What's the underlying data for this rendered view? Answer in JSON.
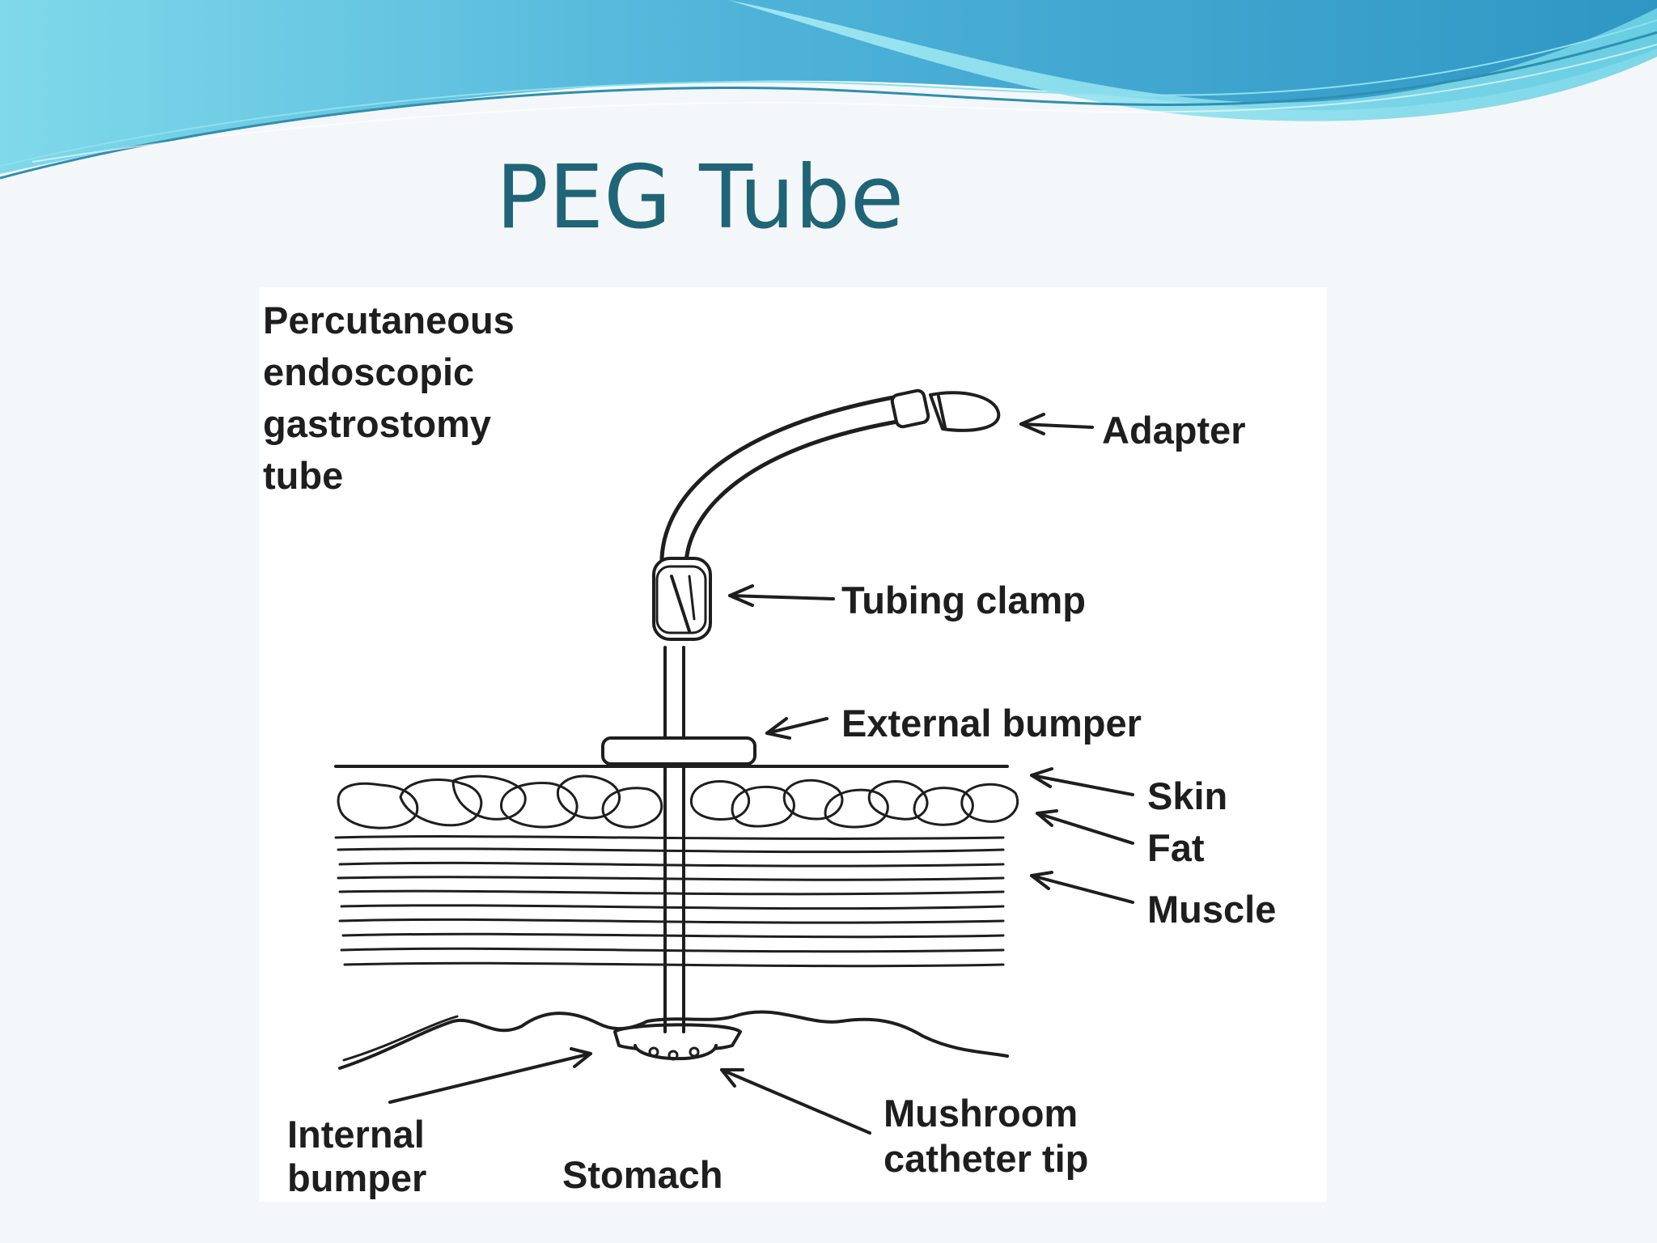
{
  "slide": {
    "title": "PEG Tube"
  },
  "diagram": {
    "heading": [
      "Percutaneous",
      "endoscopic",
      "gastrostomy",
      "tube"
    ],
    "labels": {
      "adapter": "Adapter",
      "tubing_clamp": "Tubing clamp",
      "external_bumper": "External bumper",
      "skin": "Skin",
      "fat": "Fat",
      "muscle": "Muscle",
      "mushroom_tip": [
        "Mushroom",
        "catheter tip"
      ],
      "internal_bumper": [
        "Internal",
        "bumper"
      ],
      "stomach": "Stomach"
    }
  },
  "colors": {
    "title": "#1f6577",
    "wave_dark": "#2f96c4",
    "wave_light": "#7fd9ea",
    "ink": "#1e1e1e"
  }
}
